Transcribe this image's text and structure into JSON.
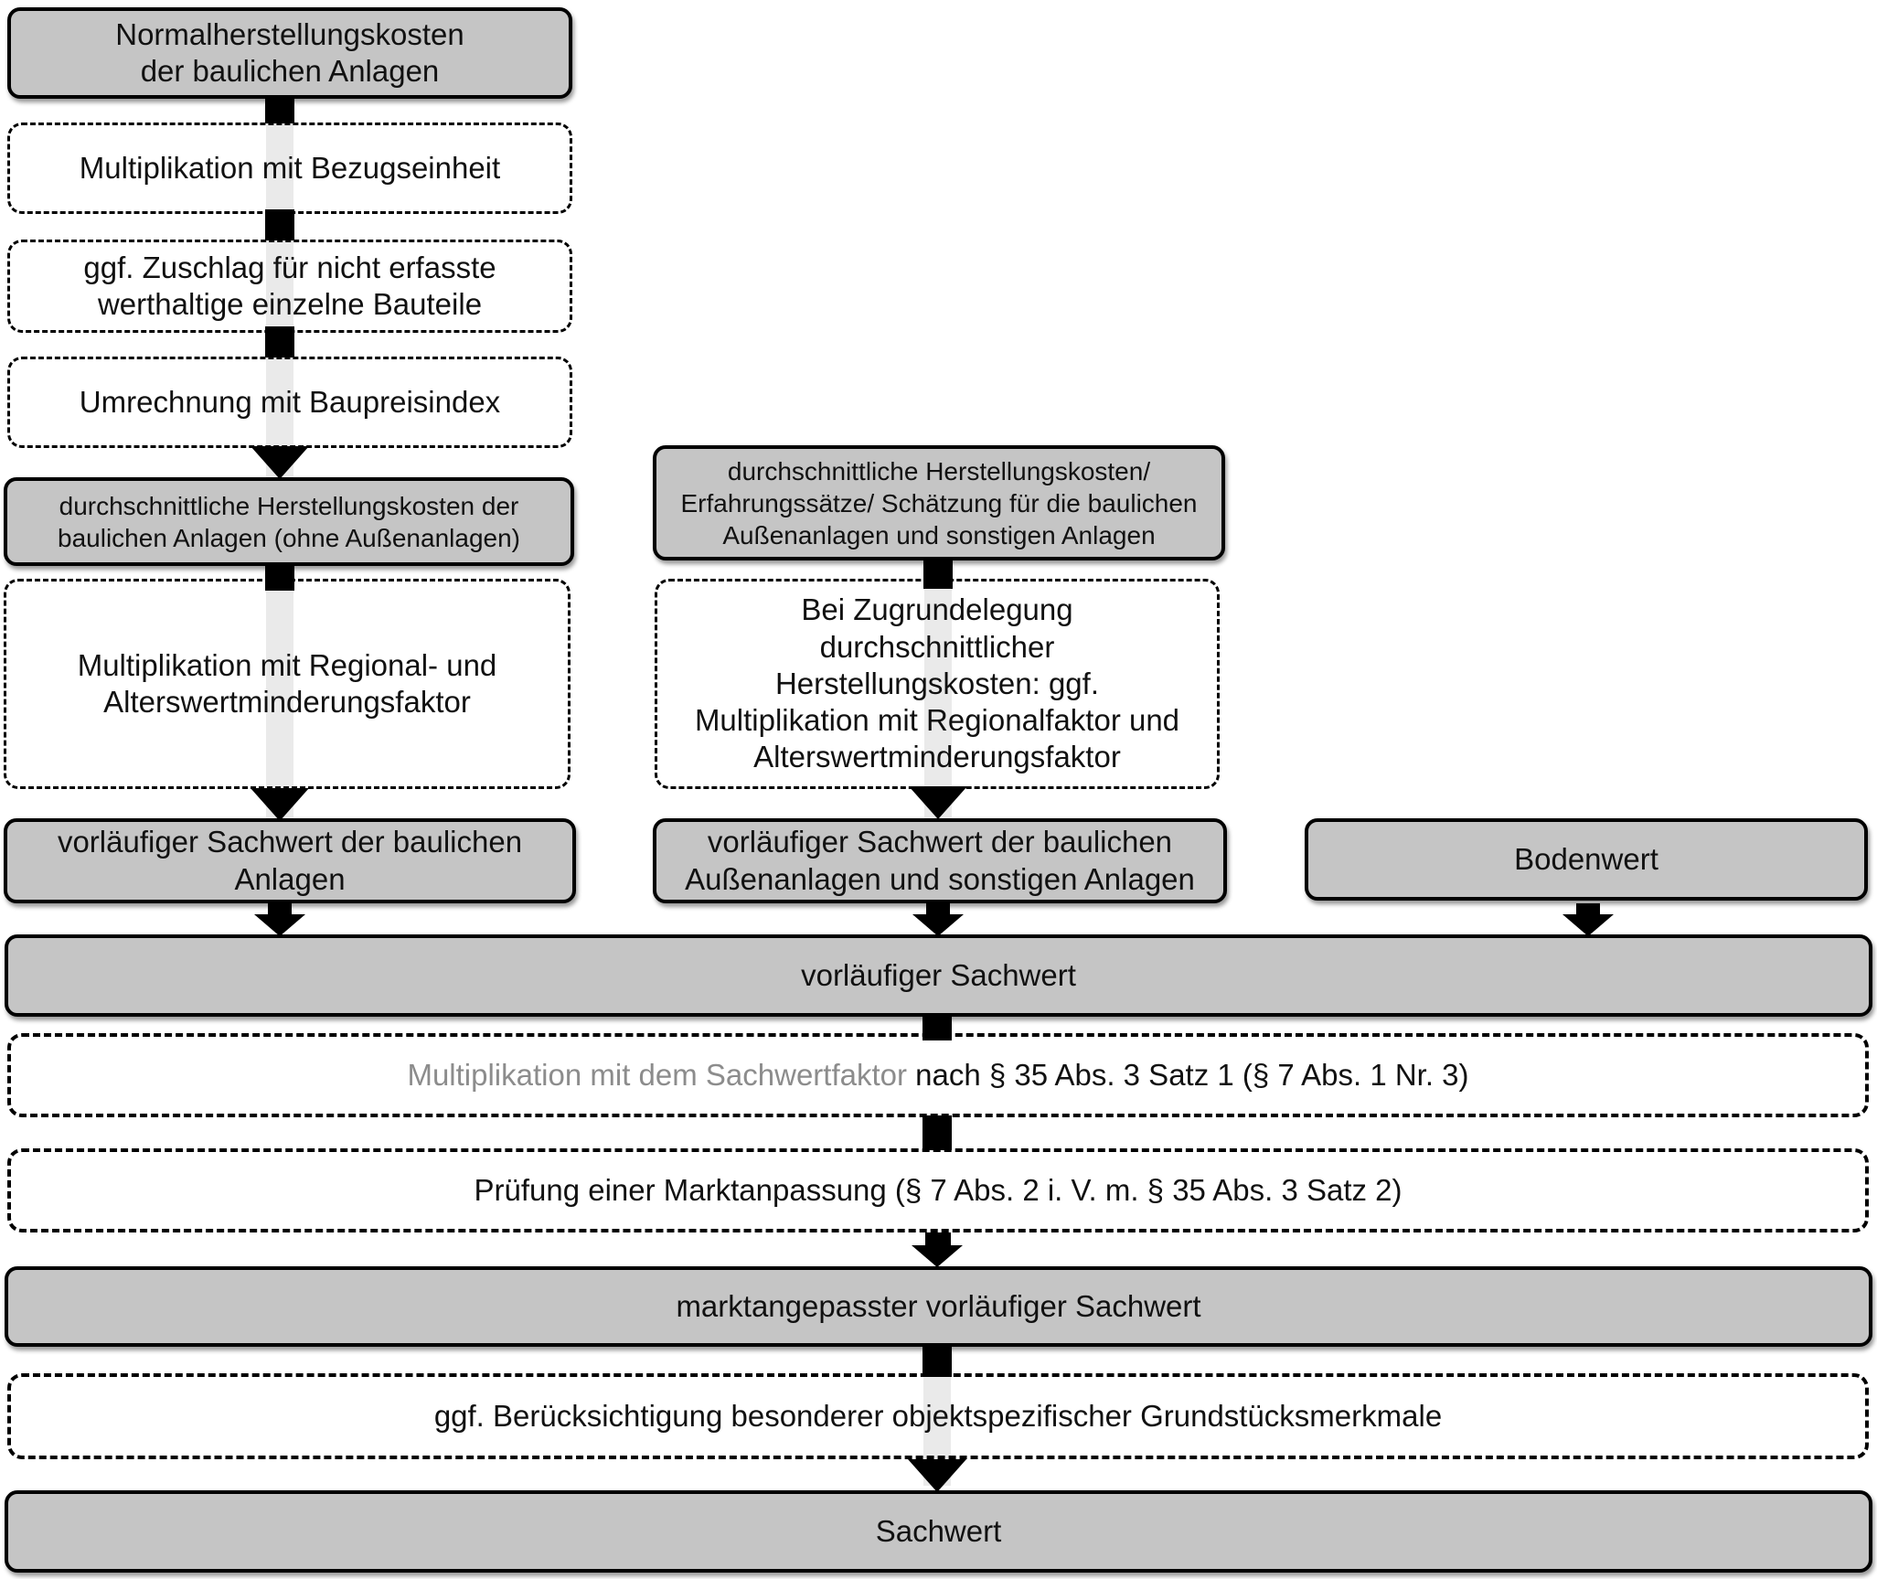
{
  "diagram": {
    "title": "Sachwertverfahren Ablaufschema",
    "colors": {
      "box_fill": "#c5c5c5",
      "flow_band": "#eaeaea",
      "border": "#000000",
      "muted_text": "#8c8c8c"
    },
    "nodes": {
      "nhk": "Normalherstellungskosten\nder baulichen Anlagen",
      "multiplikation_bezugseinheit": "Multiplikation mit Bezugseinheit",
      "zuschlag_bauteile": "ggf.  Zuschlag für nicht erfasste\nwerthaltige einzelne Bauteile",
      "umrechnung_baupreisindex": "Umrechnung mit Baupreisindex",
      "durchschnittliche_hk": "durchschnittliche Herstellungskosten der\nbaulichen Anlagen (ohne Außenanlagen)",
      "regional_alterswertminderung": "Multiplikation mit Regional- und\nAlterswertminderungsfaktor",
      "vorl_sachwert_bauliche_anlagen": "vorläufiger Sachwert der baulichen\nAnlagen",
      "hk_aussenanlagen": "durchschnittliche Herstellungskosten/\nErfahrungssätze/ Schätzung für die baulichen\nAußenanlagen und sonstigen Anlagen",
      "bei_zugrundelegung": "Bei Zugrundelegung\ndurchschnittlicher\nHerstellungskosten: ggf.\nMultiplikation mit Regionalfaktor und\nAlterswertminderungsfaktor",
      "vorl_sachwert_aussenanlagen": "vorläufiger Sachwert der baulichen\nAußenanlagen und sonstigen Anlagen",
      "bodenwert": "Bodenwert",
      "vorl_sachwert": "vorläufiger Sachwert",
      "sachwertfaktor_muted": "Multiplikation mit dem Sachwertfaktor ",
      "sachwertfaktor_rest": "nach § 35 Abs. 3 Satz 1 (§ 7 Abs. 1 Nr. 3)",
      "marktanpassung": "Prüfung einer Marktanpassung  (§ 7 Abs. 2 i. V. m. § 35 Abs. 3 Satz 2)",
      "marktangepasster_sachwert": "marktangepasster vorläufiger Sachwert",
      "grundstuecksmerkmale": "ggf. Berücksichtigung besonderer objektspezifischer Grundstücksmerkmale",
      "sachwert": "Sachwert"
    }
  }
}
